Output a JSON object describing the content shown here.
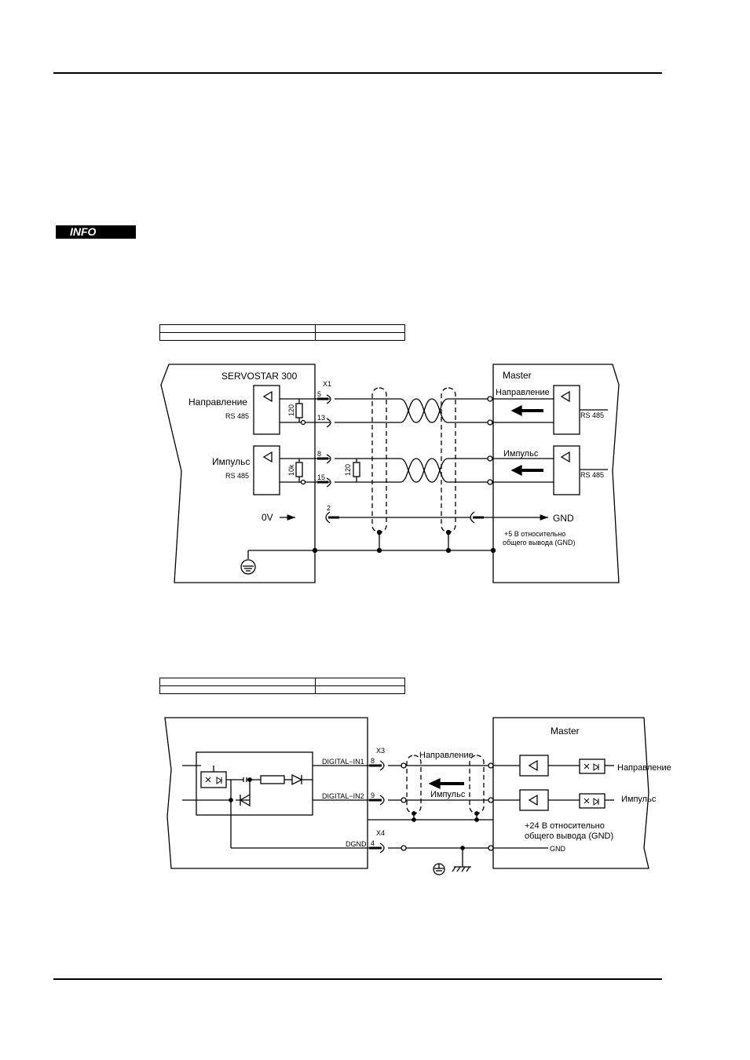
{
  "badge": {
    "label": "INFO"
  },
  "diagram1": {
    "device_label": "SERVOSTAR 300",
    "master_label": "Master",
    "connector": "X1",
    "pins": {
      "p5": "5",
      "p13": "13",
      "p8": "8",
      "p15": "15",
      "p2": "2"
    },
    "direction_label": "Направление",
    "pulse_label": "Импульс",
    "rs485": "RS 485",
    "r120a": "120",
    "r10k": "10k",
    "r120b": "120",
    "ov": "0V",
    "gnd": "GND",
    "note_line1": "+5 В относительно",
    "note_line2": "общего вывода (GND)"
  },
  "diagram2": {
    "master_label": "Master",
    "connector_x3": "X3",
    "connector_x4": "X4",
    "digital_in1": "DIGITAL−IN1",
    "digital_in2": "DIGITAL−IN2",
    "dgnd": "DGND",
    "pins": {
      "p8": "8",
      "p9": "9",
      "p4": "4"
    },
    "direction_label": "Направление",
    "pulse_label": "Импульс",
    "gnd": "GND",
    "note_line1": "+24 В относительно",
    "note_line2": "общего вывода (GND)"
  }
}
